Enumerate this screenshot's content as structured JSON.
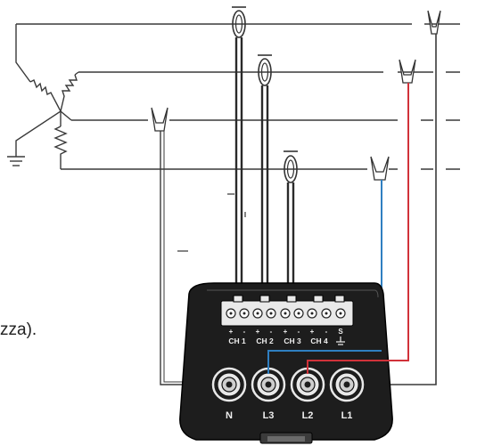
{
  "side_text": "zza).",
  "terminal_labels": {
    "plus": "+",
    "minus": "-",
    "s": "S",
    "ch1": "CH 1",
    "ch2": "CH 2",
    "ch3": "CH 3",
    "ch4": "CH 4"
  },
  "jack_labels": [
    "N",
    "L3",
    "L2",
    "L1"
  ],
  "colors": {
    "line": "#3a3a3a",
    "red_lead": "#d1323a",
    "blue_lead": "#2f7fc1",
    "device_body": "#1d1d1d",
    "jack": "#e8e8e8"
  },
  "icons": [
    "resistor-icon",
    "ground-icon",
    "current-clamp-icon",
    "voltage-clip-icon",
    "bnc-jack-icon"
  ]
}
